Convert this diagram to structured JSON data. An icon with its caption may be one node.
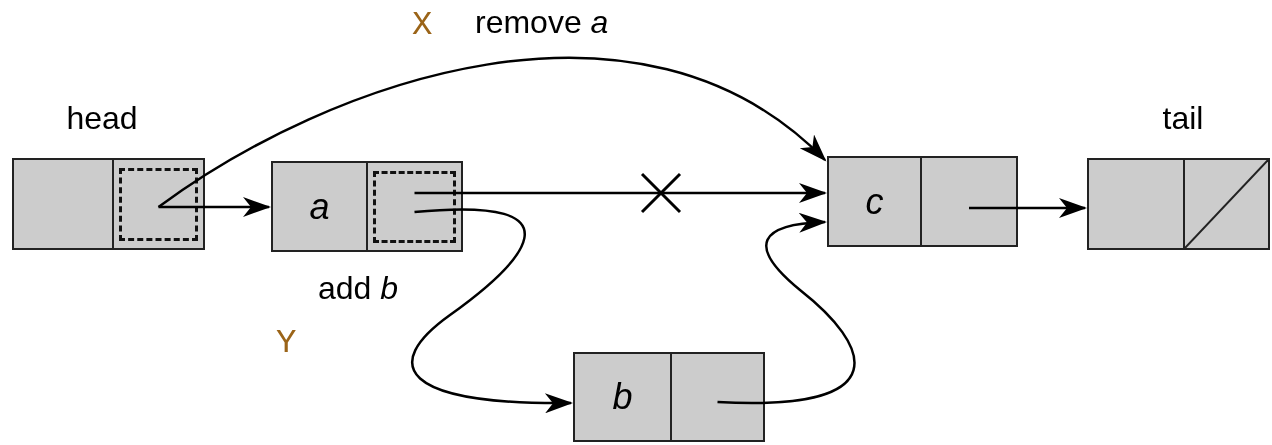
{
  "diagram": {
    "nodes": [
      {
        "text": [],
        "shape": "box",
        "beside": [
          "head"
        ]
      },
      {
        "text": [
          "a"
        ]
      },
      {
        "text": [
          "c"
        ]
      },
      {
        "text": [],
        "shape": "box",
        "beside": [
          "tail"
        ]
      },
      {
        "text": [
          "b"
        ]
      }
    ],
    "edges": [
      {
        "from": 0,
        "to": 1,
        "arrow": "to"
      },
      {
        "from": 0,
        "to": 2,
        "arrow": "to"
      },
      {
        "from": 1,
        "to": 2,
        "arrow": "to"
      },
      {
        "from": 1,
        "to": 4,
        "arrow": "to"
      },
      {
        "from": 4,
        "to": 2,
        "arrow": "to"
      },
      {
        "from": 2,
        "to": 3,
        "arrow": "to"
      }
    ],
    "labels": [
      "X",
      "remove *a*",
      "add *b*",
      "Y"
    ]
  }
}
